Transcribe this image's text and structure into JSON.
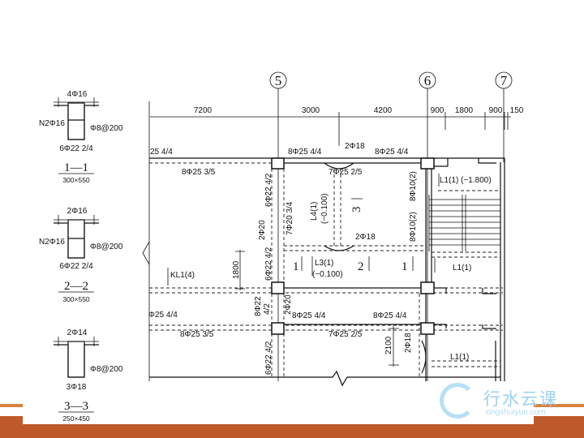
{
  "sections": [
    {
      "top": "4Φ16",
      "side": "N2Φ16",
      "stirrup": "Φ8@200",
      "bottom": "6Φ22 2/4",
      "title": "1—1",
      "size": "300×550"
    },
    {
      "top": "2Φ16",
      "side": "N2Φ16",
      "stirrup": "Φ8@200",
      "bottom": "6Φ22 2/4",
      "title": "2—2",
      "size": "300×550"
    },
    {
      "top": "2Φ14",
      "stirrup": "Φ8@200",
      "bottom": "3Φ18",
      "title": "3—3",
      "size": "250×450"
    }
  ],
  "axes": [
    "5",
    "6",
    "7"
  ],
  "dimensions": [
    "7200",
    "3000",
    "4200",
    "900",
    "1800",
    "900",
    "150"
  ],
  "plan_labels": {
    "top_left": "25 4/4",
    "top_mid": "8Φ25 4/4",
    "top_2_18": "2Φ18",
    "top_right": "8Φ25 4/4",
    "bot_left_1": "8Φ25 3/5",
    "bot_mid_1": "7Φ25 2/5",
    "col_5_upper": "6Φ22 4/2",
    "beam_7_20": "7Φ20 3/4",
    "l4": "L4(1)",
    "l4_elev": "(−0.100)",
    "sec3": "3",
    "col_2_20": "2Φ20",
    "col_5_lower": "6Φ22 4/2",
    "mid_2_18": "2Φ18",
    "sec1_a": "1",
    "l3": "L3(1)",
    "l3_elev": "(−0.100)",
    "sec2": "2",
    "sec1_b": "1",
    "kl1": "KL1(4)",
    "dim_1800": "1800",
    "l1_stair": "L1(1) (−1.800)",
    "stir_a": "8Φ10(2)",
    "stir_b": "8Φ10(2)",
    "l1_mid": "L1(1)",
    "row2_left": "Φ25 4/4",
    "col_8_22": "8Φ22",
    "col_8_22b": "4/2",
    "col_2_20b": "2Φ20",
    "row2_mid": "8Φ25 4/4",
    "row2_right": "8Φ25 4/4",
    "row2_bot_left": "8Φ25 3/5",
    "row2_bot_mid": "7Φ25 2/5",
    "dim_2100": "2100",
    "row2_2_18": "2Φ18",
    "l1_bottom": "L1(1)",
    "col_bottom": "6Φ22 4/2"
  },
  "watermark": {
    "title": "行水云课",
    "url": "xingshuiyun.com"
  },
  "colors": {
    "band": "#BE5A2A",
    "accent_line": "#D9823F",
    "watermark": "#9fd0ef"
  }
}
